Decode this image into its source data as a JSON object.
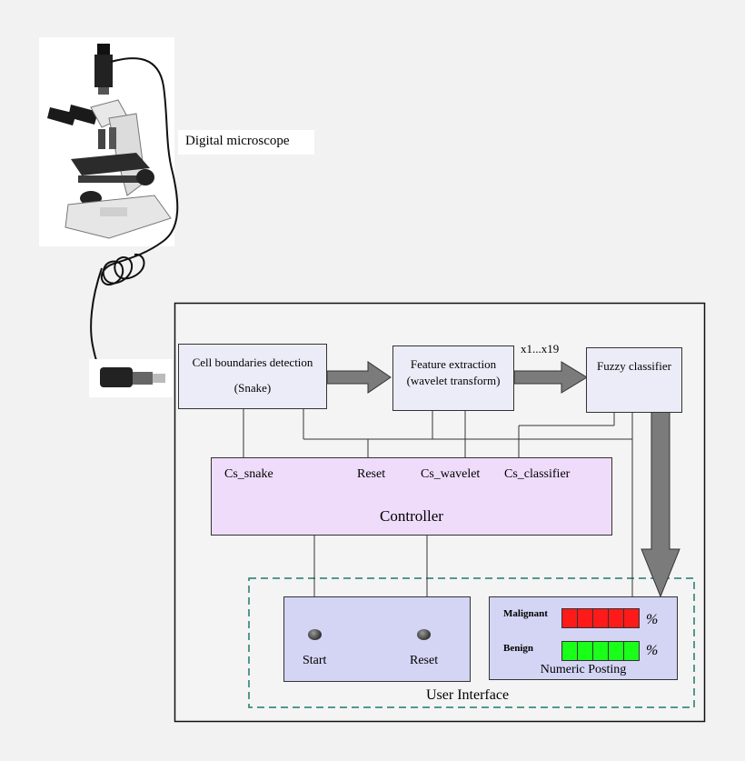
{
  "labels": {
    "microscope": "Digital microscope",
    "cell_line1": "Cell boundaries detection",
    "cell_line2": "(Snake)",
    "feat_line1": "Feature extraction",
    "feat_line2": "(wavelet transform)",
    "features": "x1...x19",
    "fuzzy": "Fuzzy classifier",
    "cs_snake": "Cs_snake",
    "reset_ctrl": "Reset",
    "cs_wavelet": "Cs_wavelet",
    "cs_classifier": "Cs_classifier",
    "controller": "Controller",
    "start": "Start",
    "reset_btn": "Reset",
    "malignant": "Malignant",
    "benign": "Benign",
    "percent1": "%",
    "percent2": "%",
    "numeric": "Numeric Posting",
    "ui": "User Interface"
  },
  "colors": {
    "module_fill": "#ececf8",
    "controller_fill": "#efdcfb",
    "panel_fill": "#d4d4f4",
    "arrow_fill": "#7b7b7b",
    "malignant_bar": "#ff1a1a",
    "benign_bar": "#1aff1a",
    "ui_border": "#1f7a6b"
  },
  "gauges": {
    "malignant_segments": 5,
    "benign_segments": 5
  }
}
